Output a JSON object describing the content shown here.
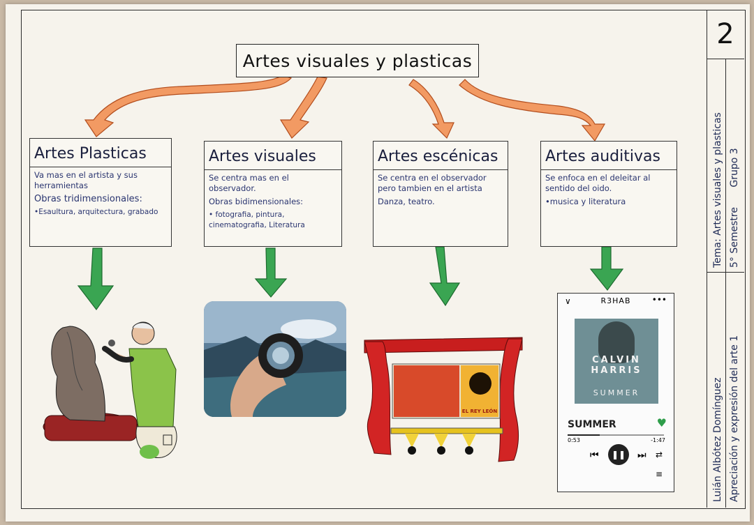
{
  "page_number": "2",
  "title": "Artes visuales y plasticas",
  "concepts": [
    {
      "heading": "Artes Plasticas",
      "lines": [
        "Va mas en el artista y sus herramientas",
        "Obras tridimensionales:",
        "•Esaultura, arquitectura, grabado"
      ]
    },
    {
      "heading": "Artes visuales",
      "lines": [
        "Se centra mas en el observador.",
        "Obras bidimensionales:",
        "• fotografia, pintura, cinematografia, Literatura"
      ]
    },
    {
      "heading": "Artes escénicas",
      "lines": [
        "Se centra en el observador pero tambien en el artista",
        "Danza, teatro."
      ]
    },
    {
      "heading": "Artes auditivas",
      "lines": [
        "Se enfoca en el deleitar al sentido del oido.",
        "•musica y literatura"
      ]
    }
  ],
  "sidebar": {
    "tema": "Tema: Artes visuales y plasticas",
    "semestre": "5° Semestre",
    "grupo": "Grupo 3",
    "alumno": "Luián Albótez Domínguez",
    "materia": "Apreciación y expresión del arte 1"
  },
  "music_player": {
    "artist_header": "R3HAB",
    "album_artist": "CALVIN HARRIS",
    "album_title": "SUMMER",
    "track_title": "SUMMER",
    "time_elapsed": "0:53",
    "time_remaining": "-1:47",
    "progress": 0.33,
    "heart_color": "#2e9d4a"
  },
  "theatre_poster": {
    "text": "EL REY LEÓN"
  },
  "colors": {
    "orange_arrow": "#f29a63",
    "green_arrow": "#3aa552",
    "ink": "#1e2a55"
  }
}
